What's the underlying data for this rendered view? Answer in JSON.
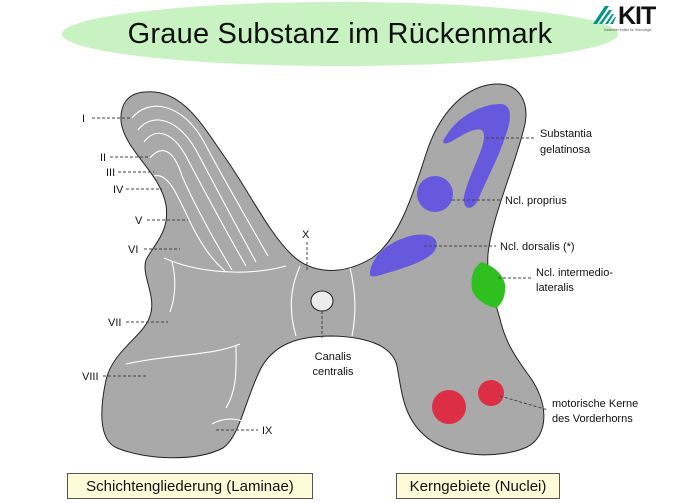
{
  "title": "Graue Substanz im Rückenmark",
  "logo": {
    "text": "KIT",
    "subtitle": "Karlsruher Institut für Technologie"
  },
  "laminae": {
    "labels": [
      "I",
      "II",
      "III",
      "IV",
      "V",
      "VI",
      "VII",
      "VIII",
      "IX",
      "X"
    ]
  },
  "central_canal": {
    "line1": "Canalis",
    "line2": "centralis"
  },
  "nuclei": {
    "substantia_gelatinosa": [
      "Substantia",
      "gelatinosa"
    ],
    "ncl_proprius": "Ncl. proprius",
    "ncl_dorsalis": "Ncl. dorsalis (*)",
    "ncl_intermediolateralis": [
      "Ncl. intermedio-",
      "lateralis"
    ],
    "motor_nuclei": [
      "motorische Kerne",
      "des Vorderhorns"
    ]
  },
  "captions": {
    "left": "Schichtengliederung (Laminae)",
    "right": "Kerngebiete (Nuclei)"
  },
  "colors": {
    "grey_matter": "#a9a9a9",
    "sensory_nuclei": "#6659dd",
    "autonomic_nucleus": "#2fbf1f",
    "motor_nuclei": "#dc2f45",
    "title_background": "#c9f2c3",
    "caption_background": "#fdfbd8"
  }
}
